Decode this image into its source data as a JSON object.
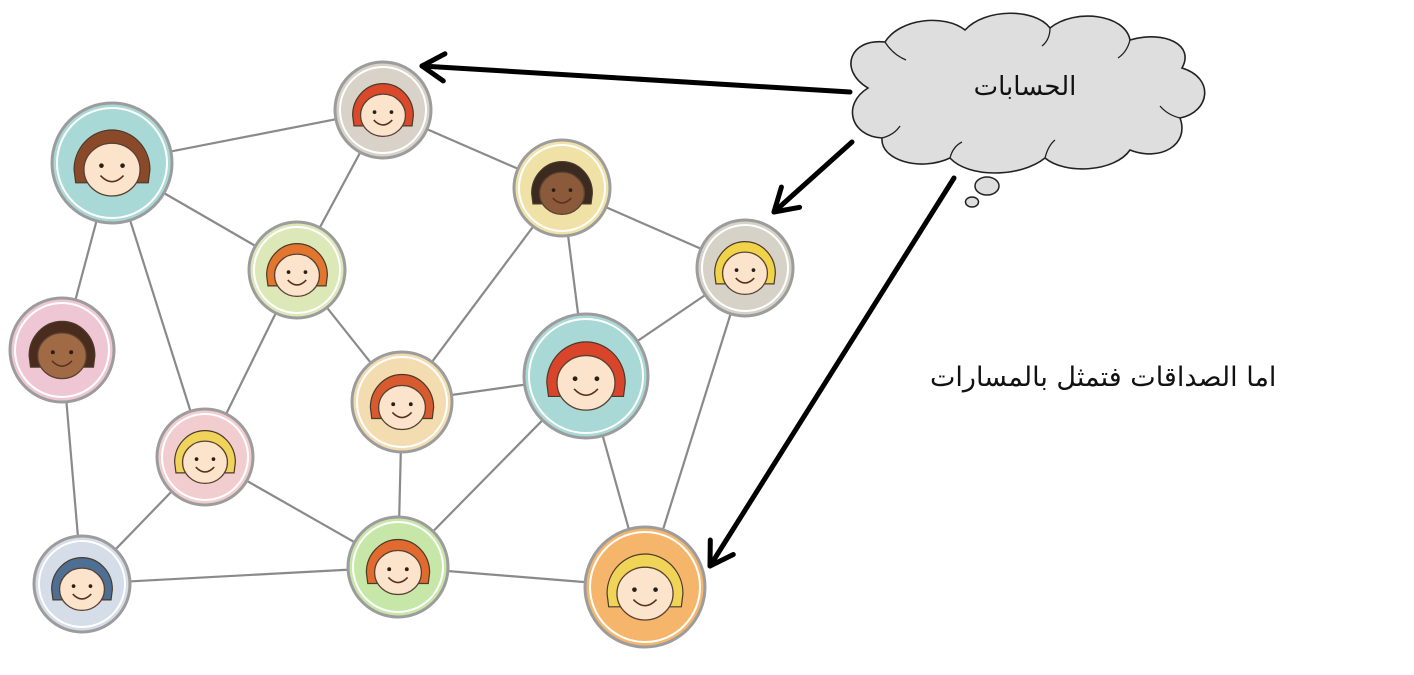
{
  "callout": {
    "label": "الحسابات"
  },
  "side_text": "اما الصداقات فتمثل بالمسارات",
  "nodes": [
    {
      "id": "n1",
      "icon": "avatar-glasses-girl-icon",
      "fill": "#a9d9d6"
    },
    {
      "id": "n2",
      "icon": "avatar-redhead-girl-icon",
      "fill": "#d8d2c8"
    },
    {
      "id": "n3",
      "icon": "avatar-curly-boy-icon",
      "fill": "#f0e2a6"
    },
    {
      "id": "n4",
      "icon": "avatar-blond-boy-icon",
      "fill": "#d6d2c8"
    },
    {
      "id": "n5",
      "icon": "avatar-orange-hair-boy-icon",
      "fill": "#dce8b8"
    },
    {
      "id": "n6",
      "icon": "avatar-dark-skin-child-icon",
      "fill": "#efc6d4"
    },
    {
      "id": "n7",
      "icon": "avatar-red-pigtails-girl-icon",
      "fill": "#a9d9d6"
    },
    {
      "id": "n8",
      "icon": "avatar-ginger-child-icon",
      "fill": "#f3dcb0"
    },
    {
      "id": "n9",
      "icon": "avatar-blond-child-icon",
      "fill": "#f2cdd0"
    },
    {
      "id": "n10",
      "icon": "avatar-blue-hair-child-icon",
      "fill": "#d5dde8"
    },
    {
      "id": "n11",
      "icon": "avatar-redhead-boy-icon",
      "fill": "#c7e7a8"
    },
    {
      "id": "n12",
      "icon": "avatar-blonde-pigtails-girl-icon",
      "fill": "#f5b66b"
    }
  ],
  "edges": [
    [
      "n1",
      "n2"
    ],
    [
      "n1",
      "n5"
    ],
    [
      "n1",
      "n6"
    ],
    [
      "n1",
      "n9"
    ],
    [
      "n2",
      "n3"
    ],
    [
      "n2",
      "n5"
    ],
    [
      "n3",
      "n4"
    ],
    [
      "n3",
      "n7"
    ],
    [
      "n3",
      "n8"
    ],
    [
      "n4",
      "n7"
    ],
    [
      "n4",
      "n12"
    ],
    [
      "n5",
      "n8"
    ],
    [
      "n5",
      "n9"
    ],
    [
      "n6",
      "n10"
    ],
    [
      "n7",
      "n8"
    ],
    [
      "n7",
      "n11"
    ],
    [
      "n7",
      "n12"
    ],
    [
      "n8",
      "n11"
    ],
    [
      "n9",
      "n10"
    ],
    [
      "n9",
      "n11"
    ],
    [
      "n10",
      "n11"
    ],
    [
      "n11",
      "n12"
    ]
  ],
  "arrows": [
    {
      "from": "callout",
      "to": "n2"
    },
    {
      "from": "callout",
      "to": "n4"
    },
    {
      "from": "callout",
      "to": "n12"
    }
  ]
}
